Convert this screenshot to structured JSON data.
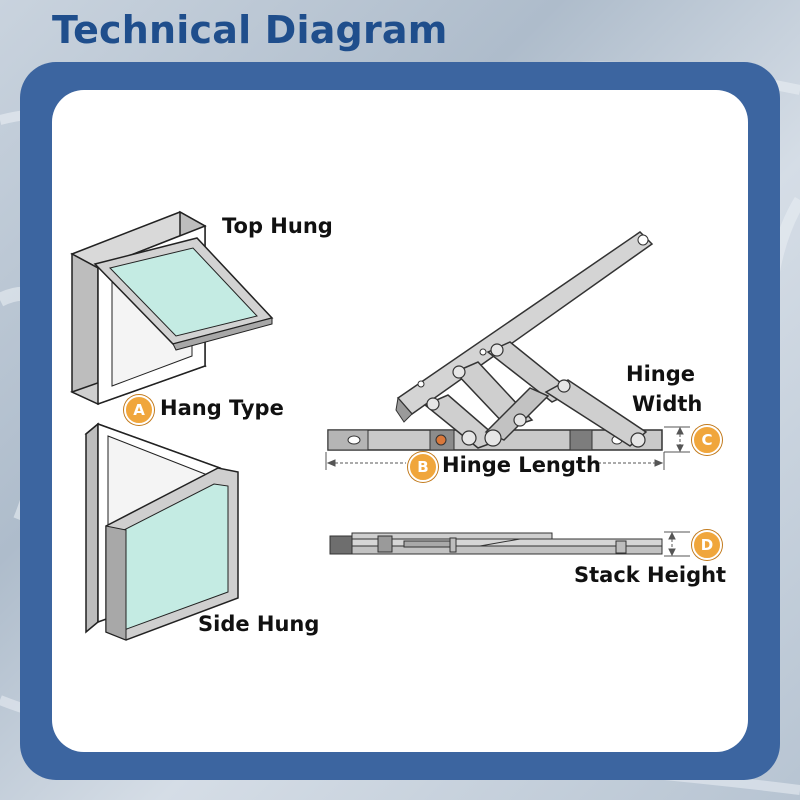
{
  "title": "Technical Diagram",
  "labels": {
    "top_hung": "Top Hung",
    "side_hung": "Side Hung",
    "hang_type": "Hang Type",
    "hinge_width_line1": "Hinge",
    "hinge_width_line2": "Width",
    "hinge_length": "Hinge Length",
    "stack_height": "Stack Height"
  },
  "badges": {
    "a": "A",
    "b": "B",
    "c": "C",
    "d": "D"
  },
  "colors": {
    "brand_blue": "#1f4e8c",
    "frame_blue": "#3c65a0",
    "badge_orange": "#f0a63c",
    "metal": "#c9c9c9",
    "glass": "#c4ebe3"
  }
}
